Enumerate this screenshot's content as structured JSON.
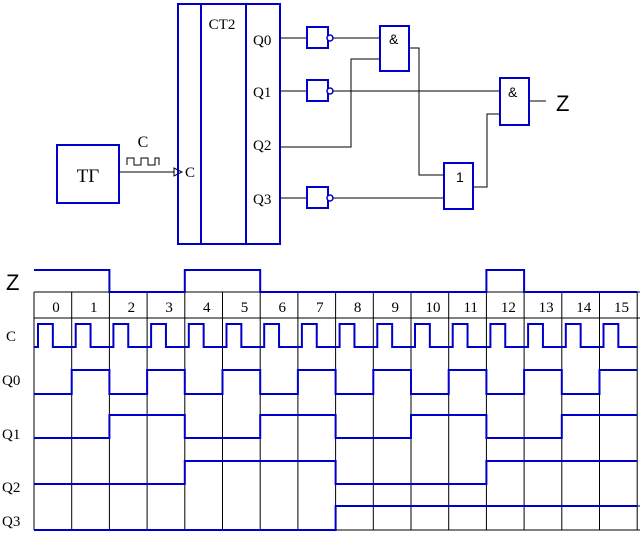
{
  "schematic": {
    "generator_label": "ТГ",
    "clock_label": "C",
    "clock_input_label": "C",
    "counter_label": "CT2",
    "outputs": [
      "Q0",
      "Q1",
      "Q2",
      "Q3"
    ],
    "and_symbol": "&",
    "or_symbol": "1",
    "output_label": "Z"
  },
  "timing": {
    "z_label": "Z",
    "clock_label": "C",
    "signal_labels": [
      "Q0",
      "Q1",
      "Q2",
      "Q3"
    ],
    "states": [
      "0",
      "1",
      "2",
      "3",
      "4",
      "5",
      "6",
      "7",
      "8",
      "9",
      "10",
      "11",
      "12",
      "13",
      "14",
      "15"
    ],
    "waveforms": {
      "Z": [
        1,
        1,
        0,
        0,
        1,
        1,
        0,
        0,
        0,
        0,
        0,
        0,
        1,
        0,
        0,
        0
      ],
      "Q0": [
        0,
        1,
        0,
        1,
        0,
        1,
        0,
        1,
        0,
        1,
        0,
        1,
        0,
        1,
        0,
        1
      ],
      "Q1": [
        0,
        0,
        1,
        1,
        0,
        0,
        1,
        1,
        0,
        0,
        1,
        1,
        0,
        0,
        1,
        1
      ],
      "Q2": [
        0,
        0,
        0,
        0,
        1,
        1,
        1,
        1,
        0,
        0,
        0,
        0,
        1,
        1,
        1,
        1
      ],
      "Q3": [
        0,
        0,
        0,
        0,
        0,
        0,
        0,
        0,
        1,
        1,
        1,
        1,
        1,
        1,
        1,
        1
      ]
    }
  },
  "colors": {
    "signal": "#0000cc",
    "line": "#000000"
  }
}
